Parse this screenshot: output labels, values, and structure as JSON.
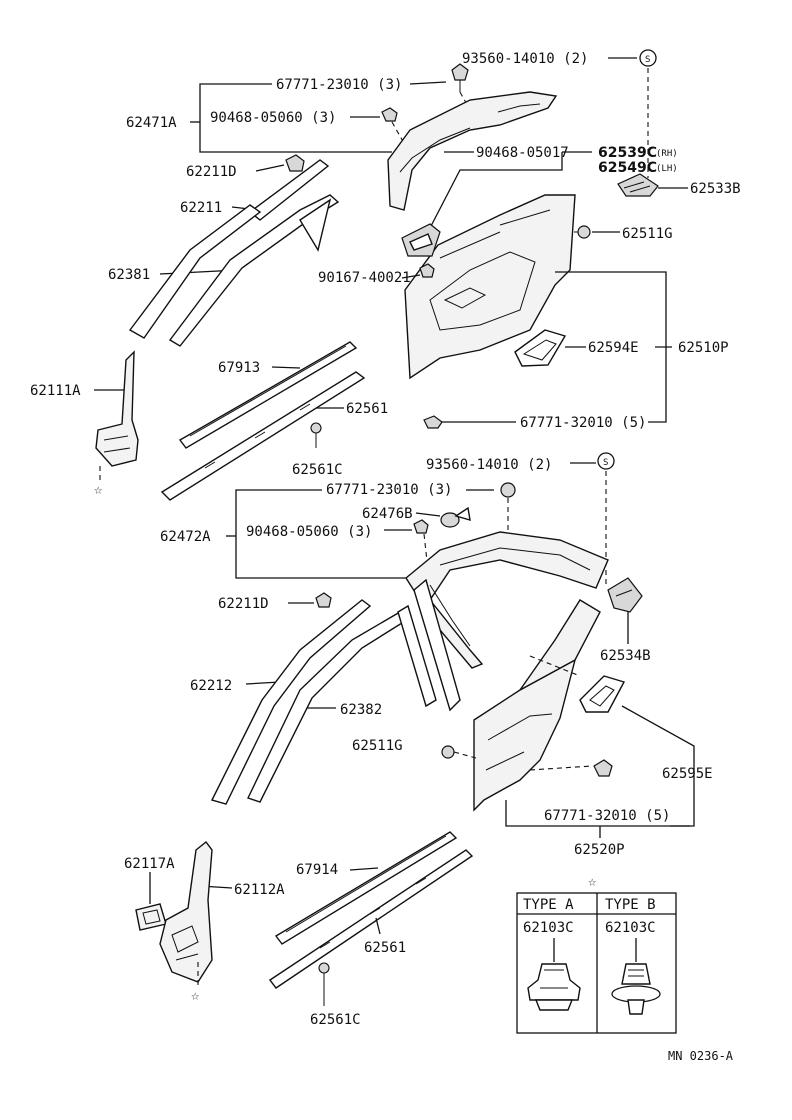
{
  "upper": {
    "bolt_s": "93560-14010 (2)",
    "s_mark": "S",
    "group": "62471A",
    "clip_a": "67771-23010 (3)",
    "clip_b": "90468-05060 (3)",
    "clip_c": "90468-05017",
    "trim_rh": "62539C",
    "trim_rh_side": "(RH)",
    "trim_lh": "62549C",
    "trim_lh_side": "(LH)",
    "bracket": "62533B",
    "clip_d": "62211D",
    "weatherstrip": "62211",
    "garnish": "62381",
    "screw": "62511G",
    "clip_e": "90167-40021",
    "pillar": "62111A",
    "scuff": "67913",
    "strip": "62561",
    "strip_clip": "62561C",
    "bezel": "62594E",
    "panel": "62510P",
    "panel_clip": "67771-32010 (5)"
  },
  "lower": {
    "bolt_s": "93560-14010 (2)",
    "s_mark": "S",
    "clip_a": "67771-23010 (3)",
    "knob": "62476B",
    "group": "62472A",
    "clip_b": "90468-05060 (3)",
    "clip_d": "62211D",
    "bracket": "62534B",
    "weatherstrip": "62212",
    "garnish": "62382",
    "screw": "62511G",
    "bezel": "62595E",
    "panel_clip": "67771-32010 (5)",
    "panel": "62520P",
    "pad": "62117A",
    "pillar": "62112A",
    "scuff": "67914",
    "strip": "62561",
    "strip_clip": "62561C"
  },
  "legend": {
    "star": "☆",
    "type_a": "TYPE A",
    "type_b": "TYPE B",
    "part_a": "62103C",
    "part_b": "62103C"
  },
  "footer": {
    "code": "MN 0236-A"
  }
}
